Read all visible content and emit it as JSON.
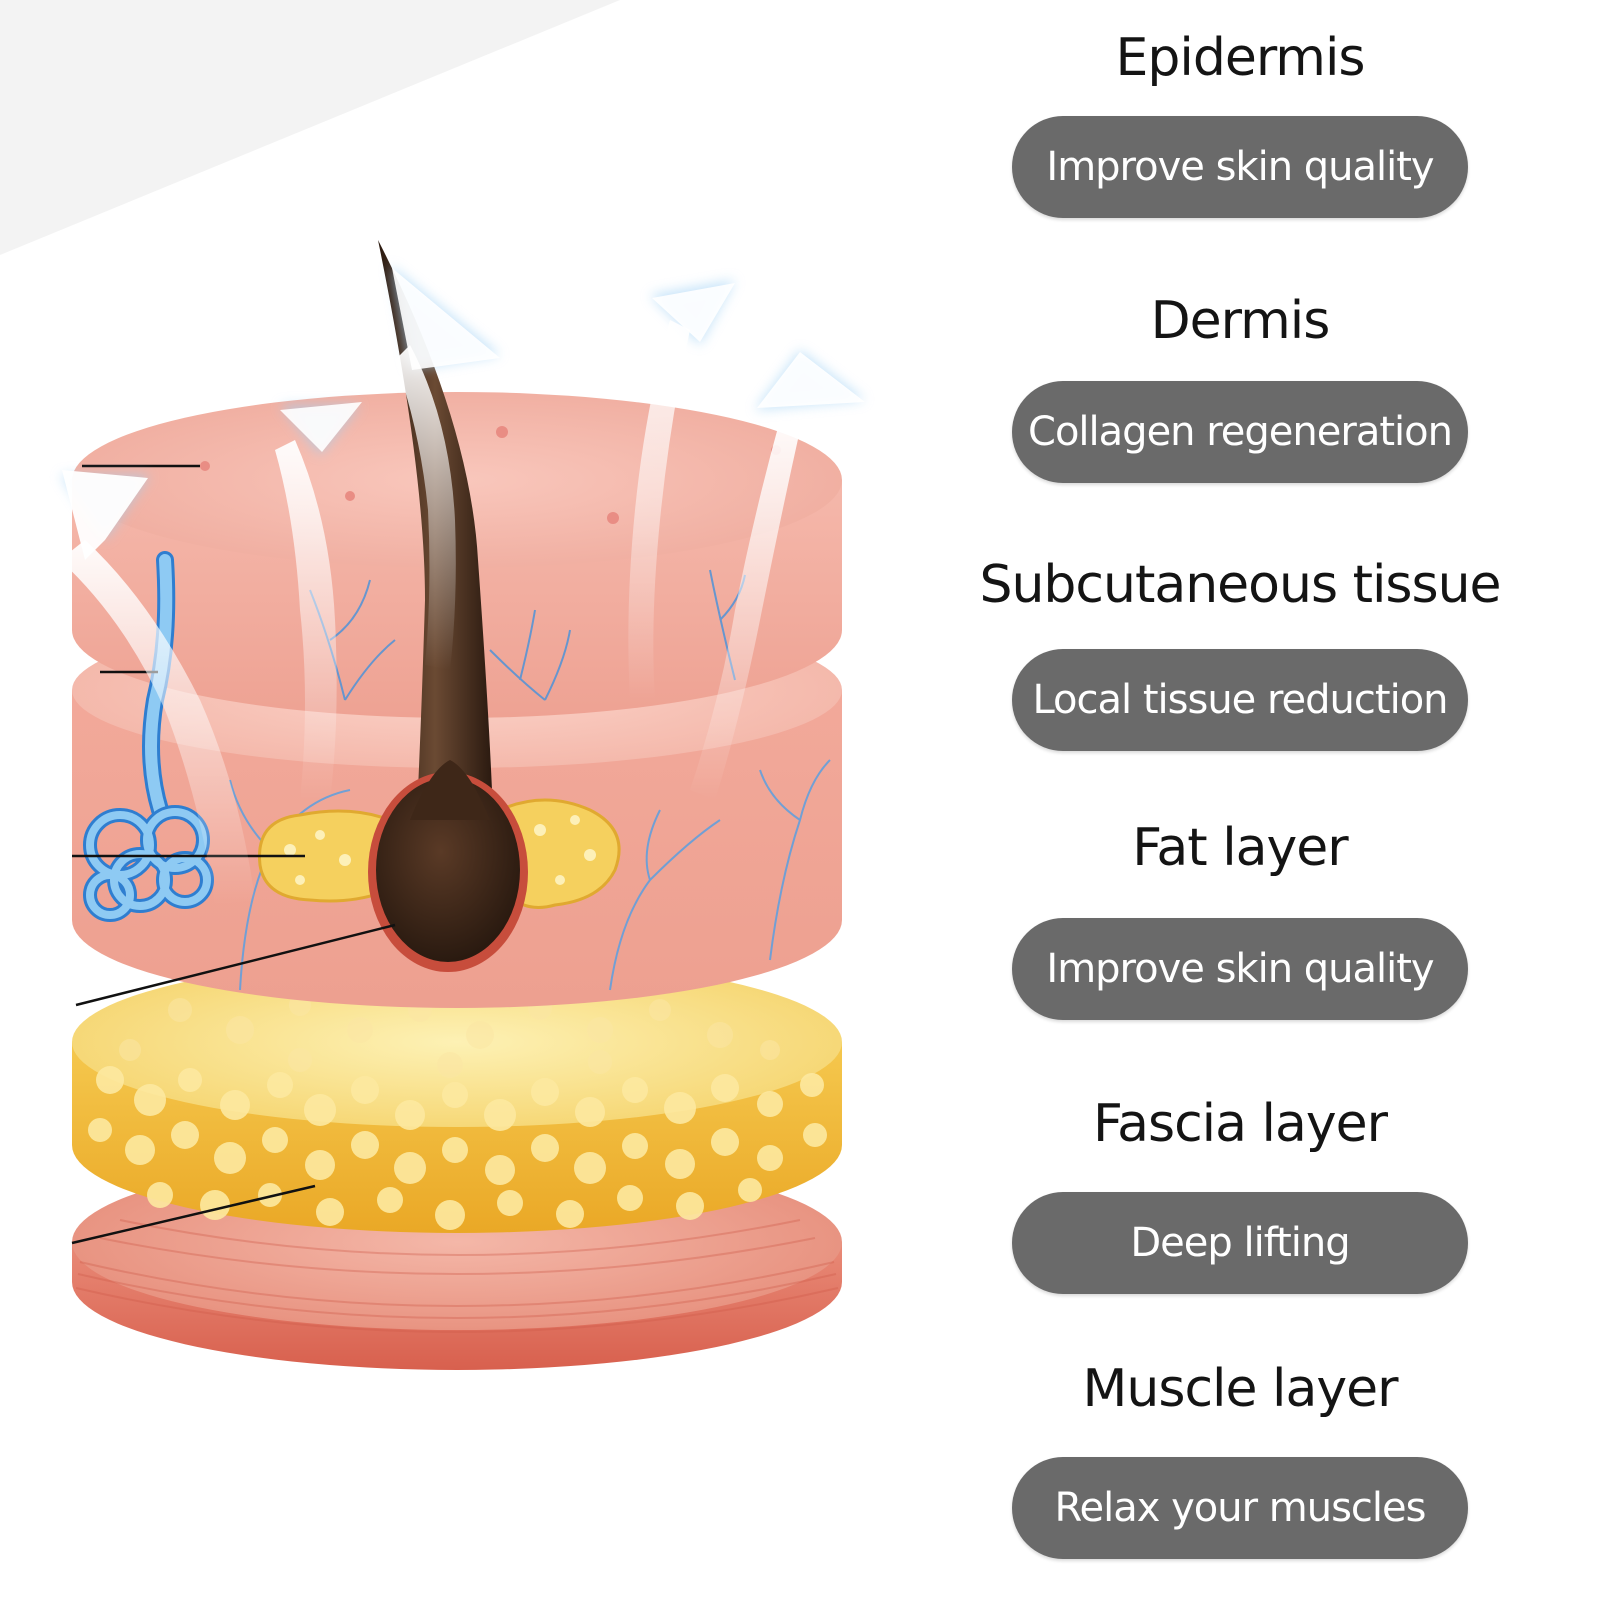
{
  "colors": {
    "pill_bg": "#6a6a6a",
    "pill_text": "#ffffff",
    "title_text": "#141414",
    "epidermis": "#f0b3a7",
    "dermis": "#ec9f8e",
    "fat": "#f1c24a",
    "muscle": "#e27562",
    "hair": "#3e2718",
    "sweat_gland": "#7ec3f0",
    "arrow_glow": "#bfe0f7"
  },
  "layers": [
    {
      "title": "Epidermis",
      "benefit": "Improve skin quality"
    },
    {
      "title": "Dermis",
      "benefit": "Collagen regeneration"
    },
    {
      "title": "Subcutaneous tissue",
      "benefit": "Local tissue reduction"
    },
    {
      "title": "Fat layer",
      "benefit": "Improve skin quality"
    },
    {
      "title": "Fascia layer",
      "benefit": "Deep lifting"
    },
    {
      "title": "Muscle layer",
      "benefit": "Relax your muscles"
    }
  ],
  "illustration": {
    "icons": [
      "hair-follicle-icon",
      "sweat-gland-icon",
      "upward-arrow-icon"
    ]
  }
}
